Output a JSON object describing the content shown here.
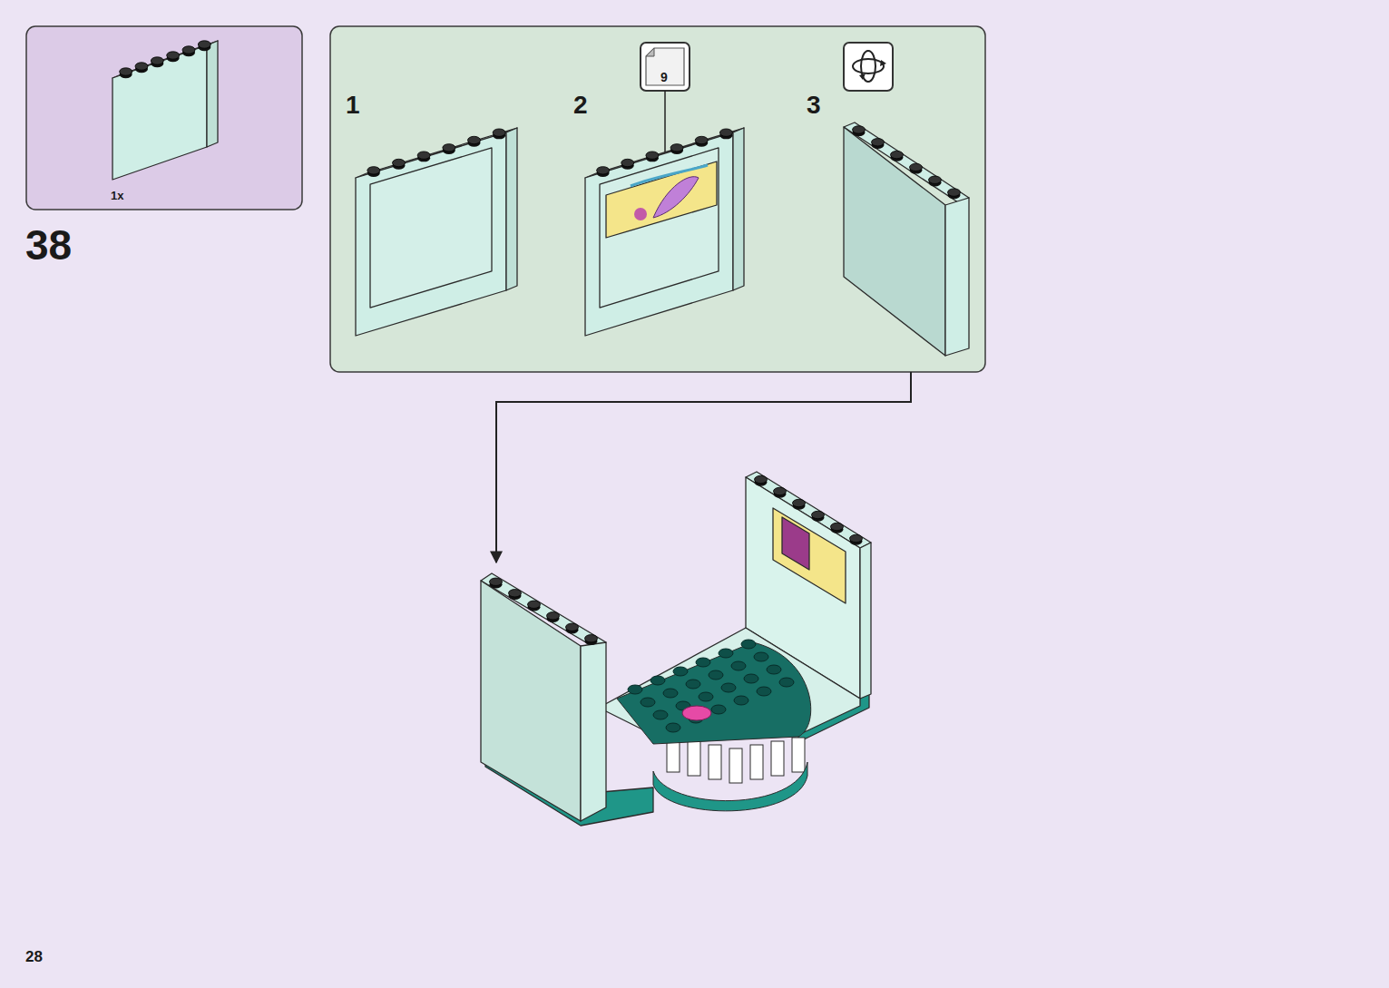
{
  "diagram": {
    "nodes": [
      {
        "text": [
          "1x"
        ]
      },
      {
        "text": [
          "1",
          "2",
          "3"
        ]
      },
      {
        "text": [
          "9"
        ],
        "in": 1
      }
    ],
    "labels": [
      "38",
      "28"
    ]
  }
}
